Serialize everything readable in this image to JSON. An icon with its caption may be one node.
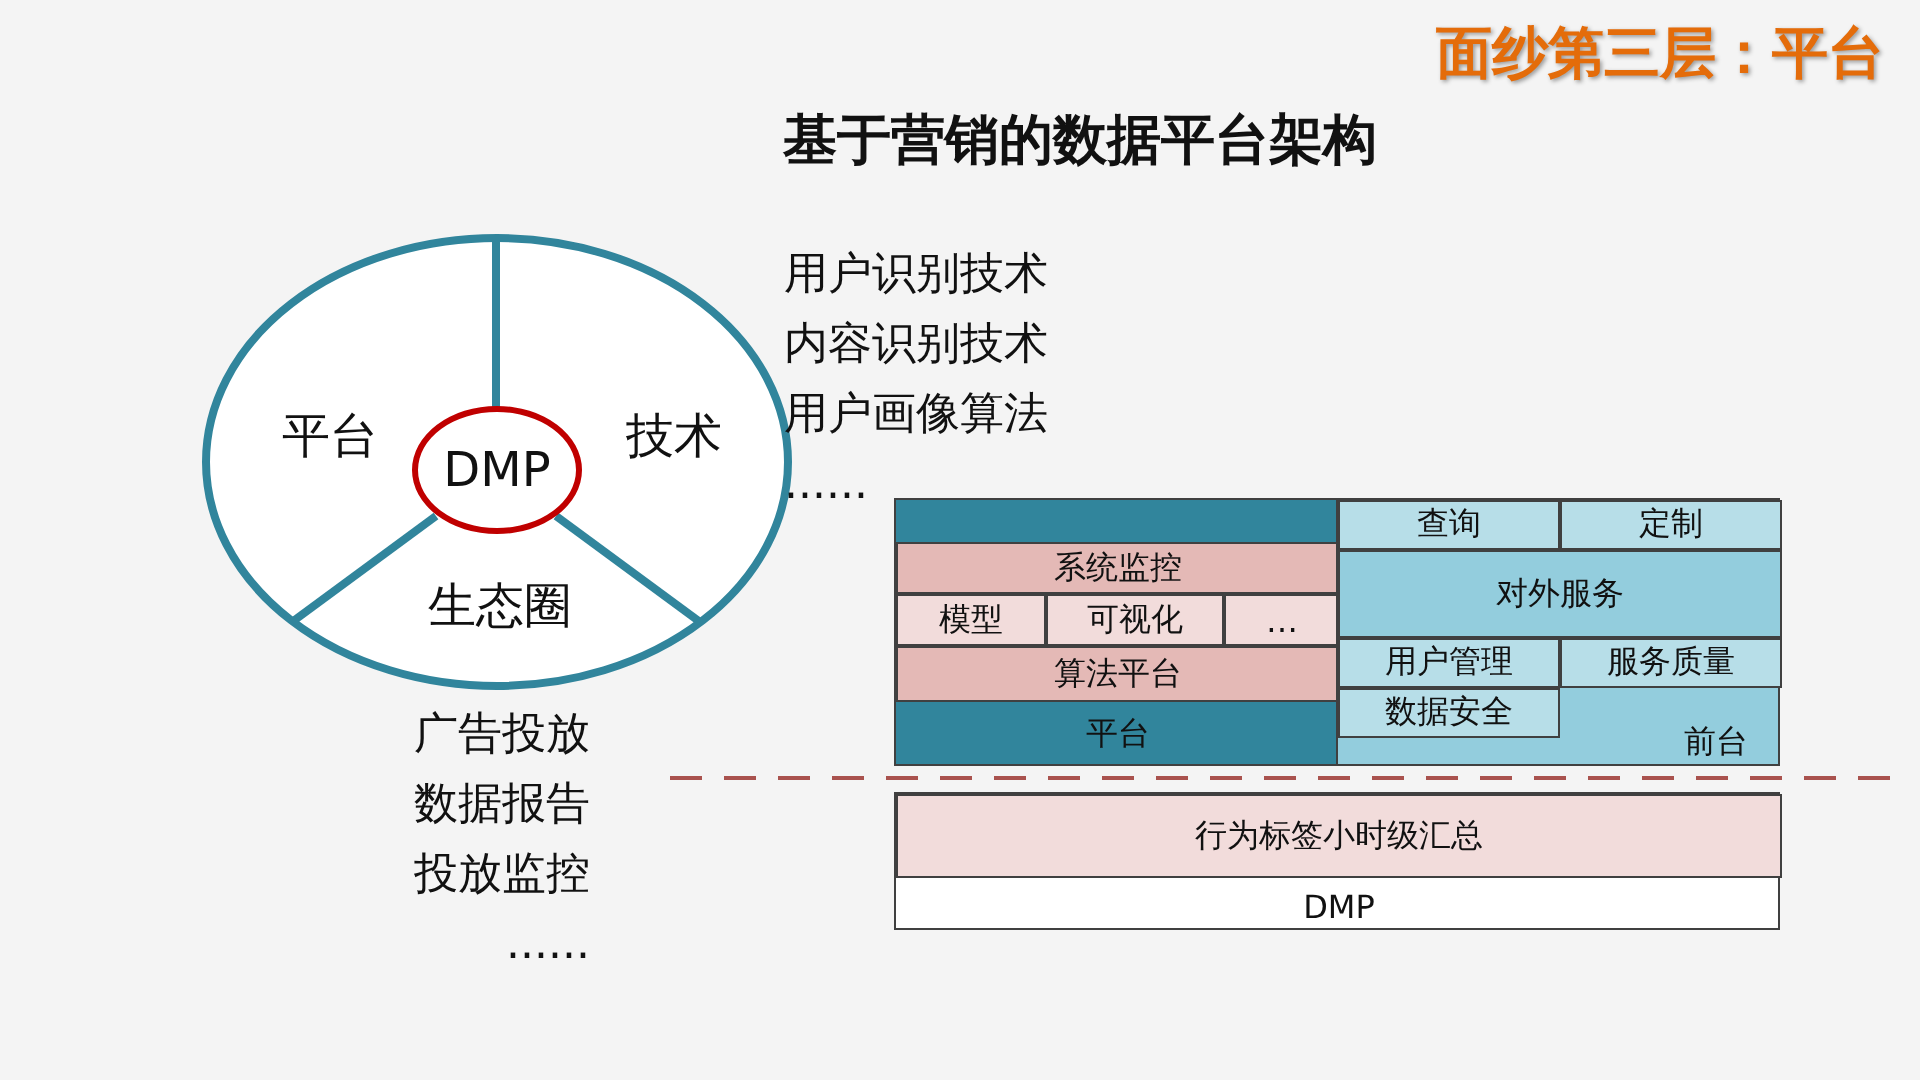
{
  "diagram": {
    "title": "基于营销的数据平台架构",
    "nodes": [
      {
        "text": [],
        "shape": "circle"
      },
      {
        "text": [
          "DMP"
        ],
        "in": 0
      },
      {
        "text": [
          "平台"
        ],
        "in": 0
      },
      {
        "text": [
          "技术"
        ],
        "in": 0,
        "beside": [
          "用户识别技术",
          "内容识别技术",
          "用户画像算法",
          "......"
        ]
      },
      {
        "text": [
          "生态圈"
        ],
        "in": 0,
        "beside": [
          "广告投放",
          "数据报告",
          "投放监控",
          "......"
        ]
      },
      {
        "text": [
          "平台"
        ]
      },
      {
        "text": [
          "系统监控"
        ],
        "in": 5
      },
      {
        "text": [
          "模型"
        ],
        "in": 5
      },
      {
        "text": [
          "可视化"
        ],
        "in": 5
      },
      {
        "text": [
          "…"
        ],
        "in": 5
      },
      {
        "text": [
          "算法平台"
        ],
        "in": 5
      },
      {
        "text": [
          "前台"
        ]
      },
      {
        "text": [
          "查询"
        ],
        "in": 11
      },
      {
        "text": [
          "定制"
        ],
        "in": 11
      },
      {
        "text": [
          "对外服务"
        ],
        "in": 11
      },
      {
        "text": [
          "用户管理"
        ],
        "in": 11
      },
      {
        "text": [
          "服务质量"
        ],
        "in": 11
      },
      {
        "text": [
          "数据安全"
        ],
        "in": 11
      },
      {
        "text": [
          "DMP"
        ]
      },
      {
        "text": [
          "行为标签小时级汇总"
        ],
        "in": 18
      }
    ],
    "edges": [],
    "labels": [
      "面纱第三层：平台"
    ]
  }
}
